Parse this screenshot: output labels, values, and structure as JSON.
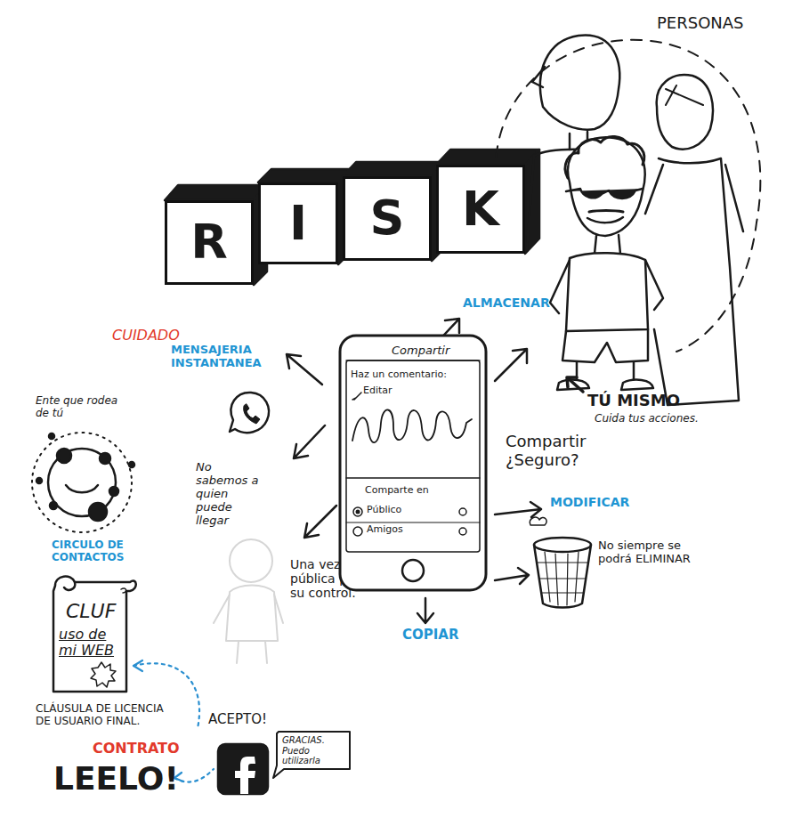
{
  "diagram": {
    "nodes": [
      {
        "text": [
          "R"
        ]
      },
      {
        "text": [
          "I"
        ]
      },
      {
        "text": [
          "S"
        ]
      },
      {
        "text": [
          "K"
        ]
      },
      {
        "text": [
          "Compartir",
          "Haz un comentario:",
          "Editar",
          "Comparte en",
          "Público",
          "Amigos"
        ]
      },
      {
        "text": [
          "CLUF",
          "uso de mi WEB"
        ]
      },
      {
        "text": [
          "GRACIAS. Puedo utilizarla"
        ]
      }
    ],
    "labels": [
      "PERSONAS",
      "CUIDADO",
      "MENSAJERIA INSTANTANEA",
      "ALMACENAR",
      "TÚ MISMO",
      "Cuida tus acciones.",
      "Ente que rodea de tú",
      "CIRCULO DE CONTACTOS",
      "No sabemos a quien puede llegar",
      "Compartir ¿Seguro?",
      "MODIFICAR",
      "No siempre se podrá ELIMINAR",
      "Una vez sea pública perdemos su control.",
      "COPIAR",
      "CLÁUSULA DE LICENCIA DE USUARIO FINAL.",
      "CONTRATO",
      "LEELO!",
      "ACEPTO!"
    ]
  }
}
